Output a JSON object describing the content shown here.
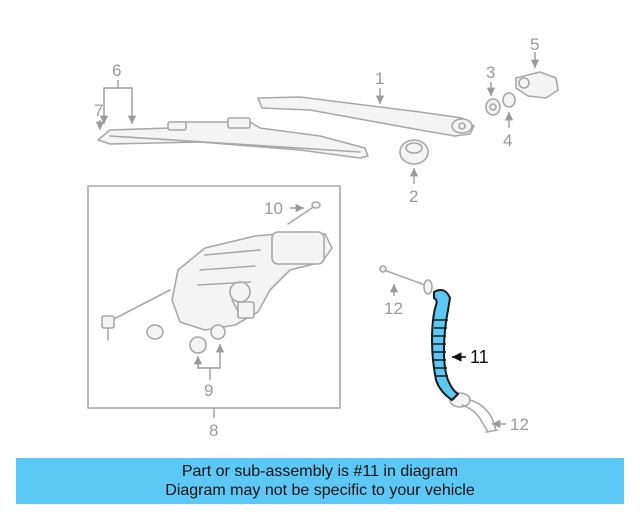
{
  "diagram": {
    "callouts": {
      "c1": "1",
      "c2": "2",
      "c3": "3",
      "c4": "4",
      "c5": "5",
      "c6": "6",
      "c7": "7",
      "c8": "8",
      "c9": "9",
      "c10": "10",
      "c11": "11",
      "c12a": "12",
      "c12b": "12"
    },
    "highlight_color": "#5bc8f5"
  },
  "banner": {
    "line1": "Part or sub-assembly is #11 in diagram",
    "line2": "Diagram may not be specific to your vehicle",
    "color": "#5bc8f5"
  }
}
